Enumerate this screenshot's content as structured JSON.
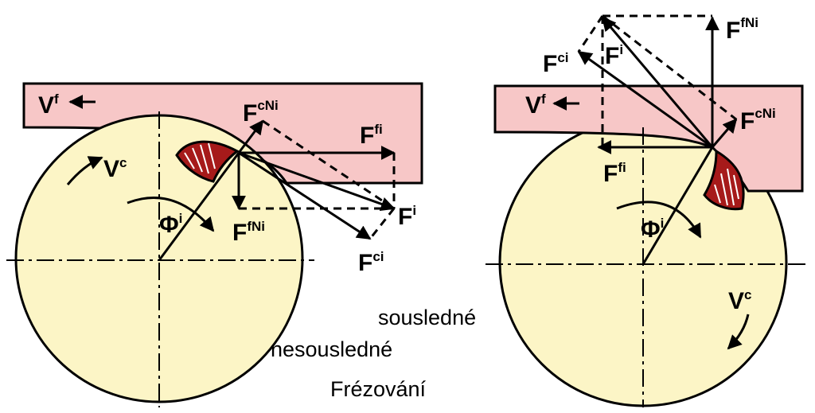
{
  "colors": {
    "workpiece": "#f7c7c7",
    "cutter": "#fcf5c6",
    "chip": "#a61a1a",
    "ink": "#000000"
  },
  "captions": {
    "sousledne": "sousledné",
    "nesousledne": "nesousledné",
    "frezovani": "Frézování"
  },
  "left_diagram": {
    "vf": {
      "main": "V",
      "sub": "f"
    },
    "vc": {
      "main": "V",
      "sub": "c"
    },
    "phi": {
      "main": "Φ",
      "sub": "i"
    },
    "fcni": {
      "main": "F",
      "sub": "cNi"
    },
    "ffi": {
      "main": "F",
      "sub": "fi"
    },
    "fi": {
      "main": "F",
      "sub": "i"
    },
    "ffni": {
      "main": "F",
      "sub": "fNi"
    },
    "fci": {
      "main": "F",
      "sub": "ci"
    }
  },
  "right_diagram": {
    "ffni": {
      "main": "F",
      "sub": "fNi"
    },
    "fci": {
      "main": "F",
      "sub": "ci"
    },
    "fi": {
      "main": "F",
      "sub": "i"
    },
    "vf": {
      "main": "V",
      "sub": "f"
    },
    "fcni": {
      "main": "F",
      "sub": "cNi"
    },
    "ffi": {
      "main": "F",
      "sub": "fi"
    },
    "phi": {
      "main": "Φ",
      "sub": "i"
    },
    "vc": {
      "main": "V",
      "sub": "c"
    }
  }
}
